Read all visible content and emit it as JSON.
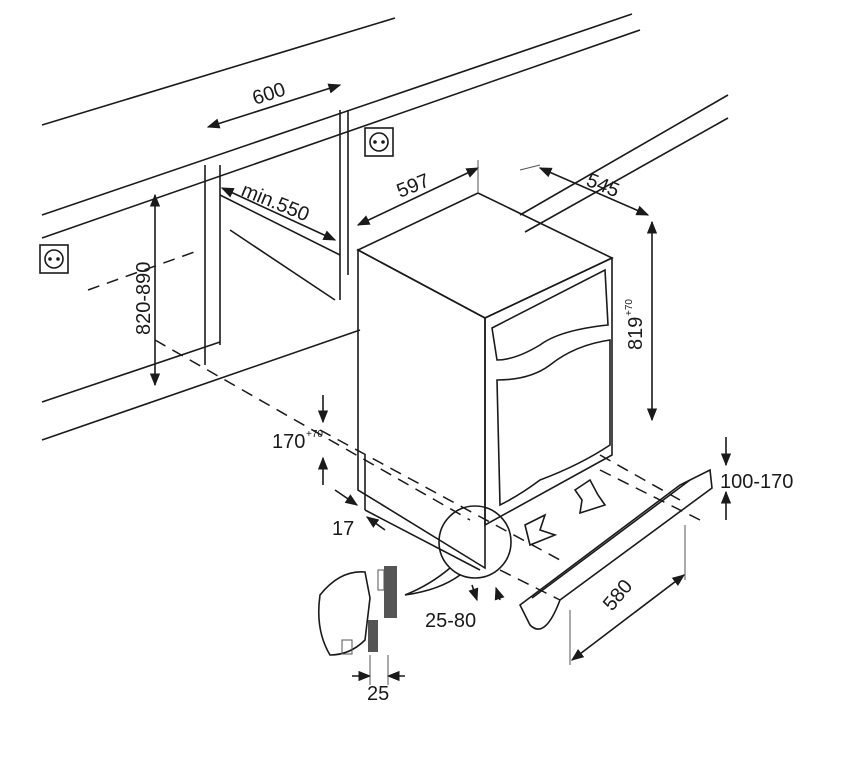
{
  "dimensions": {
    "niche_width": "600",
    "niche_depth_min": "min.550",
    "appliance_width": "597",
    "appliance_depth": "545",
    "niche_height": "820-890",
    "appliance_height": "819",
    "appliance_height_tolerance": "+70",
    "plinth_height": "170",
    "plinth_height_tolerance": "+70",
    "plinth_setback": "17",
    "kickplate_height_range": "100-170",
    "kickplate_length": "580",
    "door_offset_range": "25-80",
    "panel_thickness": "25"
  },
  "colors": {
    "line": "#1a1a1a",
    "panel": "#555555"
  }
}
